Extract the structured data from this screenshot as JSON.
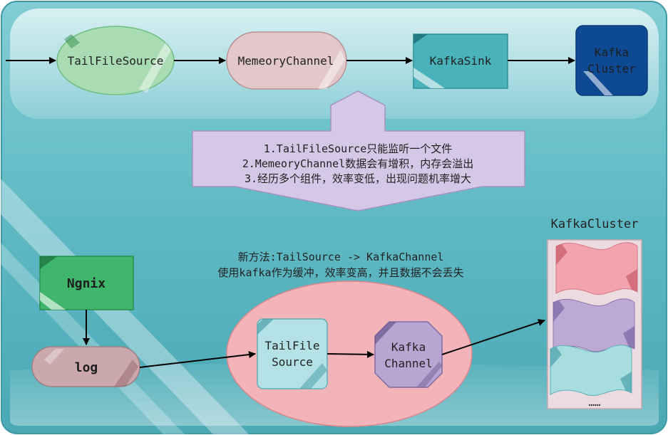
{
  "top_flow": {
    "source": "TailFileSource",
    "channel": "MemeoryChannel",
    "sink": "KafkaSink",
    "cluster_line1": "Kafka",
    "cluster_line2": "Cluster"
  },
  "problems": {
    "line1": "1.TailFileSource只能监听一个文件",
    "line2": "2.MemeoryChannel数据会有增积，内存会溢出",
    "line3": "3.经历多个组件，效率变低，出现问题机率增大"
  },
  "new_method": {
    "line1": "新方法:TailSource -> KafkaChannel",
    "line2": "使用kafka作为缓冲，效率变高，并且数据不会丢失"
  },
  "bottom_flow": {
    "ngnix": "Ngnix",
    "log": "log",
    "source_line1": "TailFile",
    "source_line2": "Source",
    "channel_line1": "Kafka",
    "channel_line2": "Channel"
  },
  "kafka_cluster": {
    "title": "KafkaCluster",
    "ellipsis": "……"
  },
  "colors": {
    "background_teal": "#5fb9c4",
    "source_green": "#a9dcb3",
    "channel_pink": "#e2c8cb",
    "sink_teal": "#49b2bb",
    "cluster_blue": "#0e4a94",
    "ngnix_green": "#3fb66c",
    "big_ellipse": "#f2b4b8",
    "kafka_channel_purple": "#b8a5d2",
    "flag_red": "#f2a3ad",
    "flag_purple": "#bda9d6",
    "flag_teal": "#a8dde0"
  }
}
